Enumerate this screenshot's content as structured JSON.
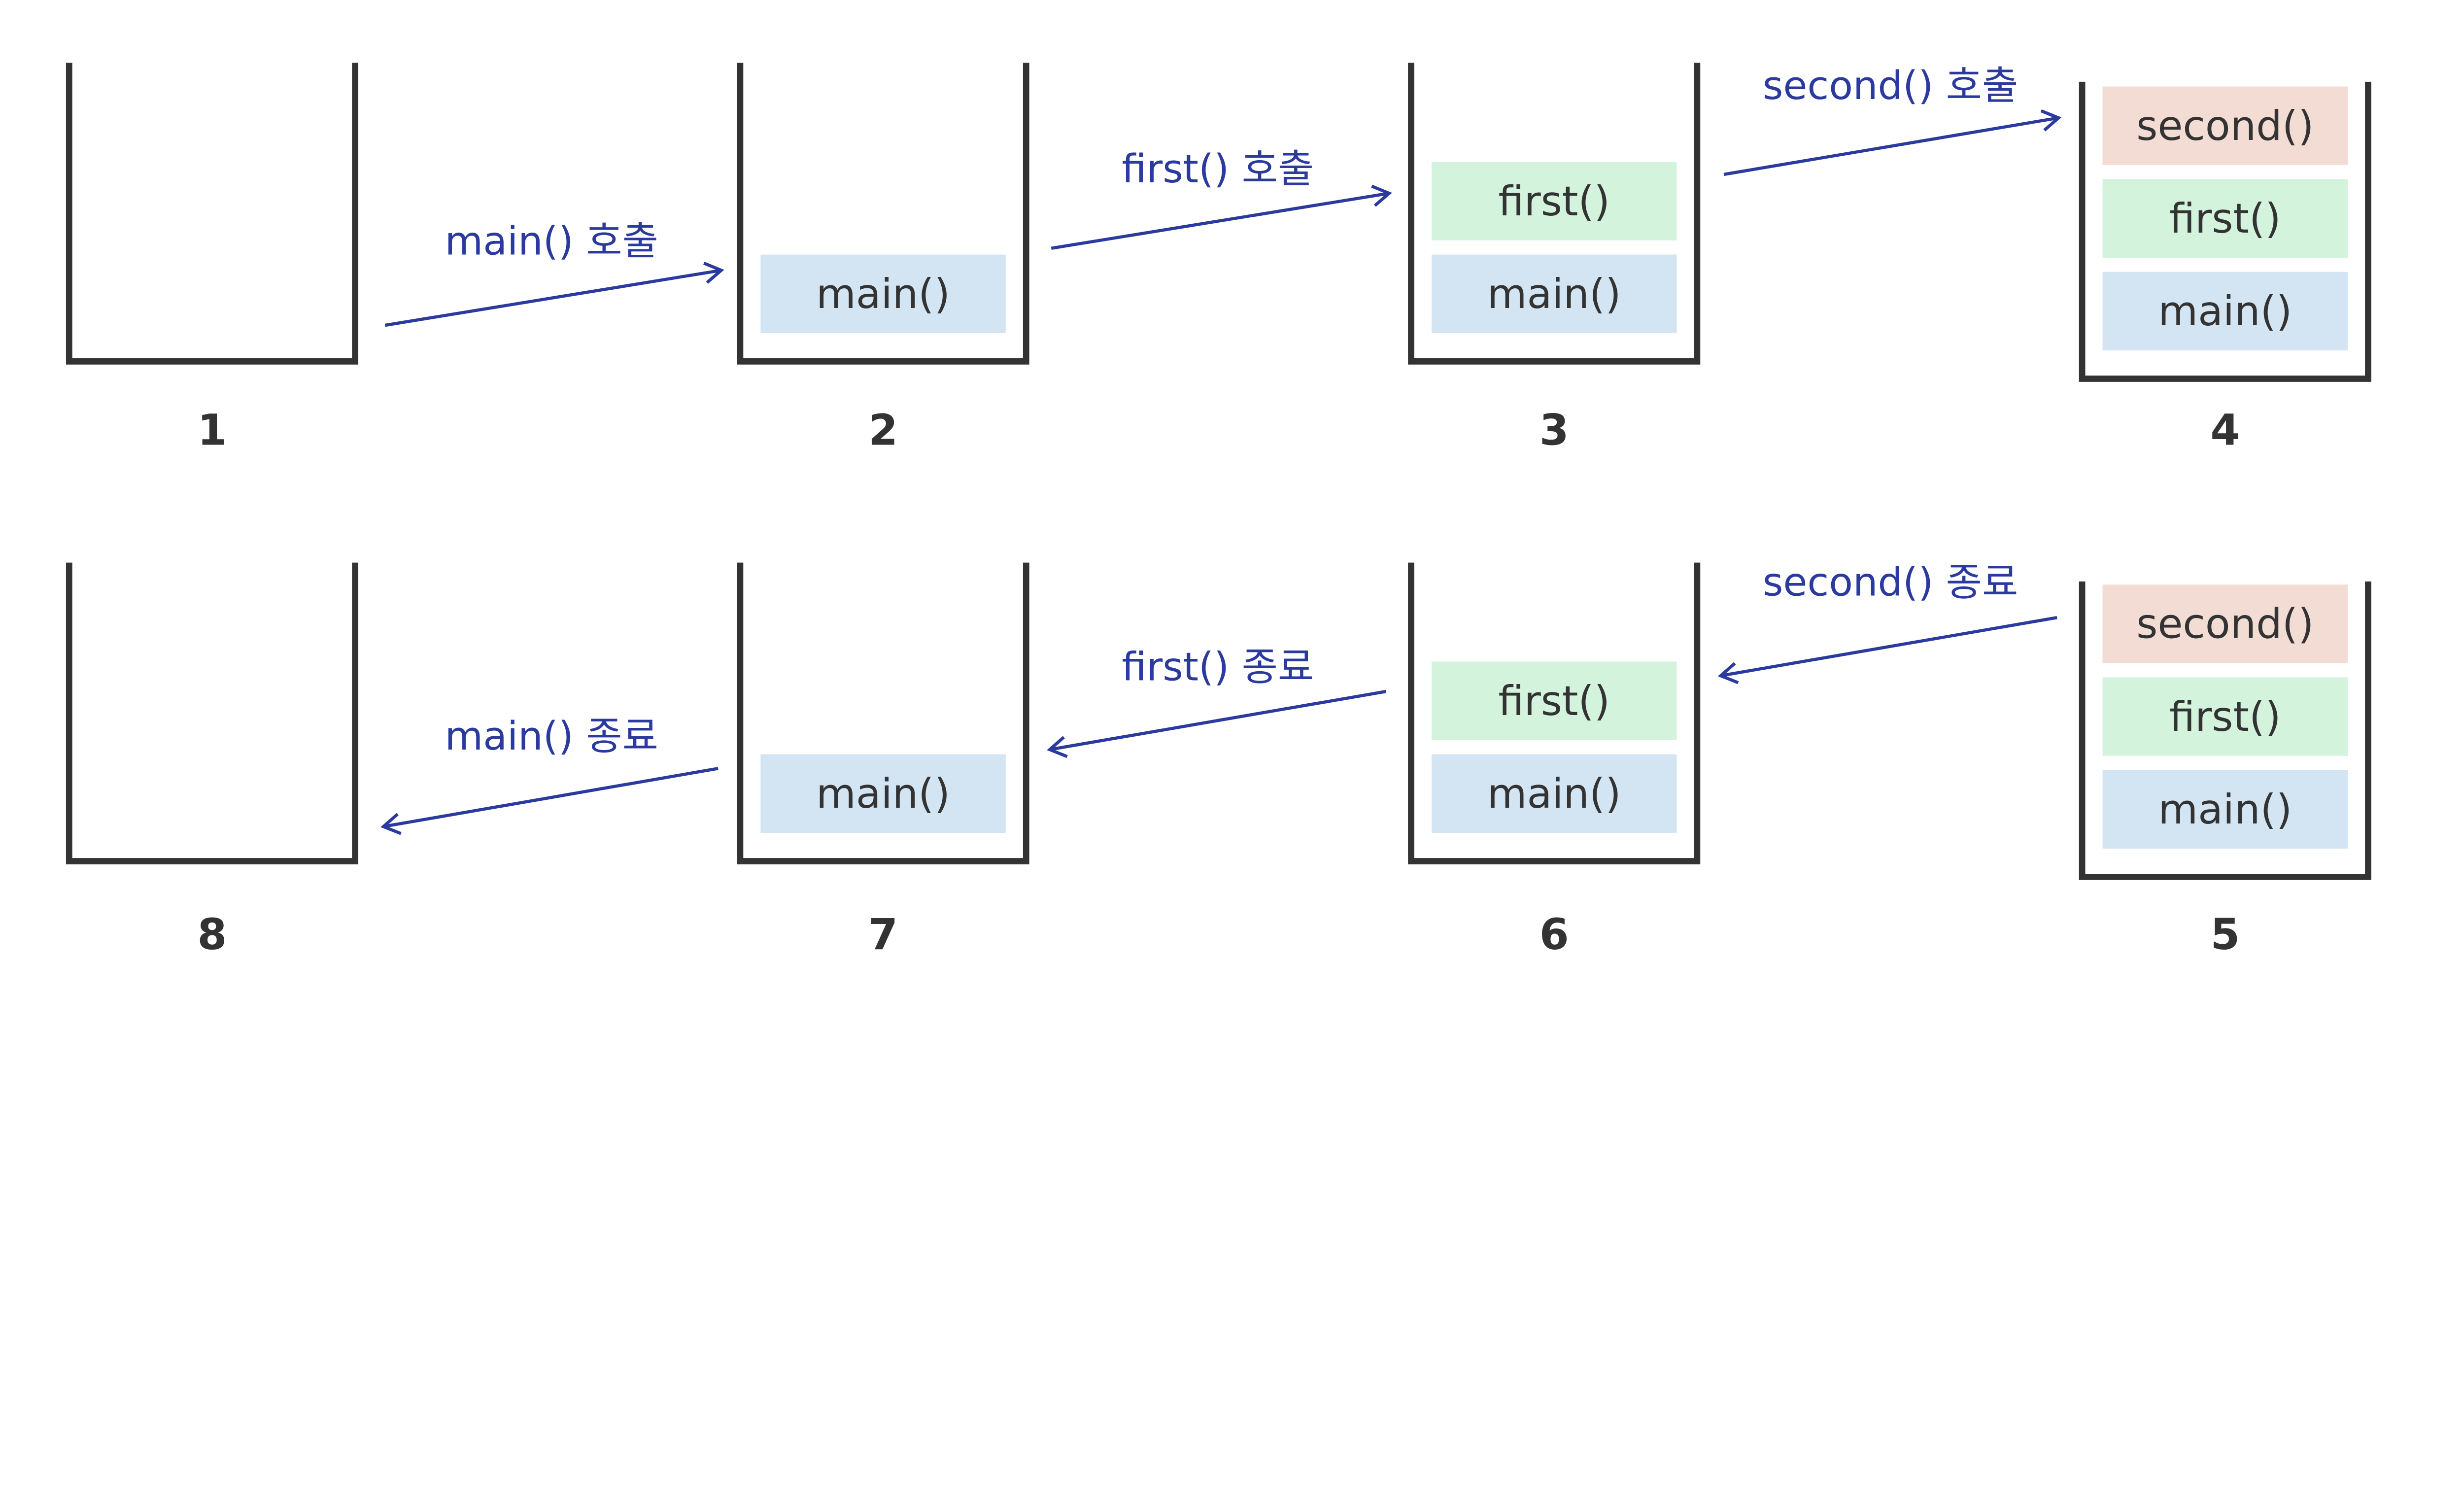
{
  "colors": {
    "stroke": "#333333",
    "arrow": "#2b3a9e",
    "main()": "#d3e5f3",
    "first()": "#d3f3dd",
    "second()": "#f3dcd3"
  },
  "stacks": [
    {
      "label": "1",
      "frames": []
    },
    {
      "label": "2",
      "frames": [
        "main()"
      ]
    },
    {
      "label": "3",
      "frames": [
        "first()",
        "main()"
      ]
    },
    {
      "label": "4",
      "frames": [
        "second()",
        "first()",
        "main()"
      ]
    },
    {
      "label": "5",
      "frames": [
        "second()",
        "first()",
        "main()"
      ]
    },
    {
      "label": "6",
      "frames": [
        "first()",
        "main()"
      ]
    },
    {
      "label": "7",
      "frames": [
        "main()"
      ]
    },
    {
      "label": "8",
      "frames": []
    }
  ],
  "transitions": [
    {
      "from": "1",
      "to": "2",
      "label": "main() 호출"
    },
    {
      "from": "2",
      "to": "3",
      "label": "first() 호출"
    },
    {
      "from": "3",
      "to": "4",
      "label": "second() 호출"
    },
    {
      "from": "5",
      "to": "6",
      "label": "second() 종료"
    },
    {
      "from": "6",
      "to": "7",
      "label": "first() 종료"
    },
    {
      "from": "7",
      "to": "8",
      "label": "main() 종료"
    }
  ]
}
